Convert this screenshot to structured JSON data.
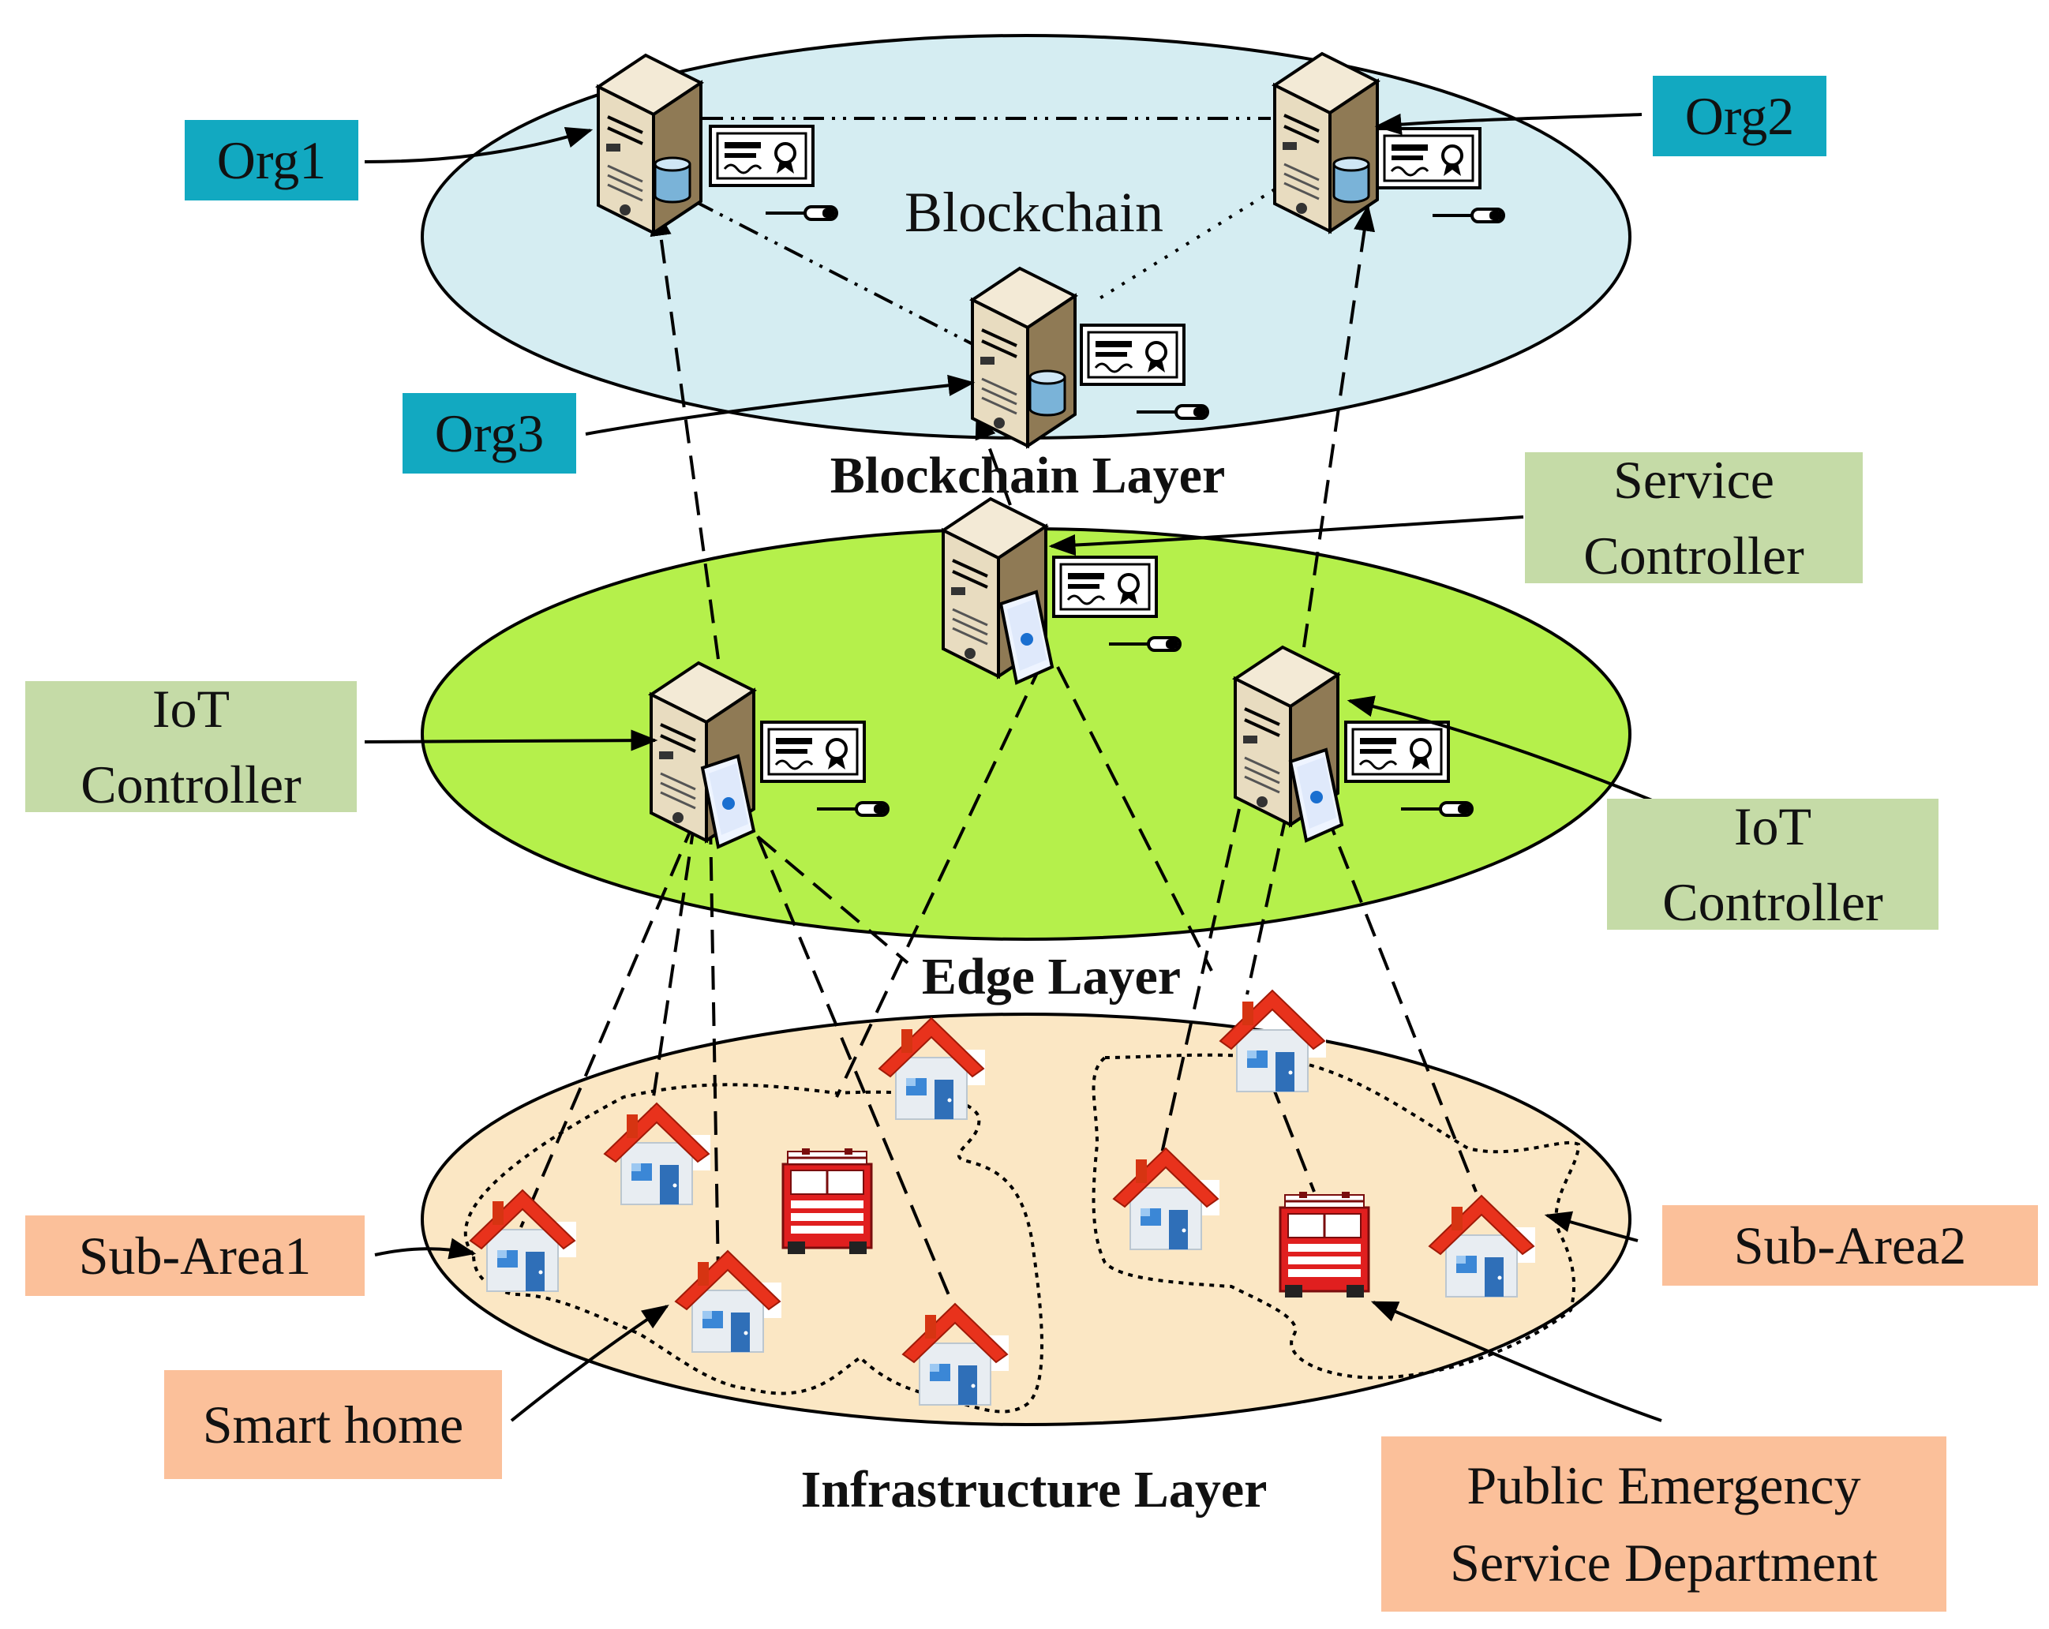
{
  "diagram": {
    "blockchain_label": "Blockchain",
    "layers": {
      "blockchain": "Blockchain Layer",
      "edge": "Edge Layer",
      "infrastructure": "Infrastructure Layer"
    },
    "orgs": [
      "Org1",
      "Org2",
      "Org3"
    ],
    "service_controller": [
      "Service",
      "Controller"
    ],
    "iot_controller_left": [
      "IoT",
      "Controller"
    ],
    "iot_controller_right": [
      "IoT",
      "Controller"
    ],
    "sub_area1": "Sub-Area1",
    "sub_area2": "Sub-Area2",
    "smart_home": "Smart home",
    "public_emergency": [
      "Public Emergency",
      "Service Department"
    ],
    "colors": {
      "blockchain_ellipse": "#d5edf2",
      "edge_ellipse": "#b5f04b",
      "infra_ellipse": "#fbe7c4",
      "org_box": "#12a9c1",
      "controller_box": "#c5dba7",
      "area_box": "#fbc09a"
    }
  }
}
